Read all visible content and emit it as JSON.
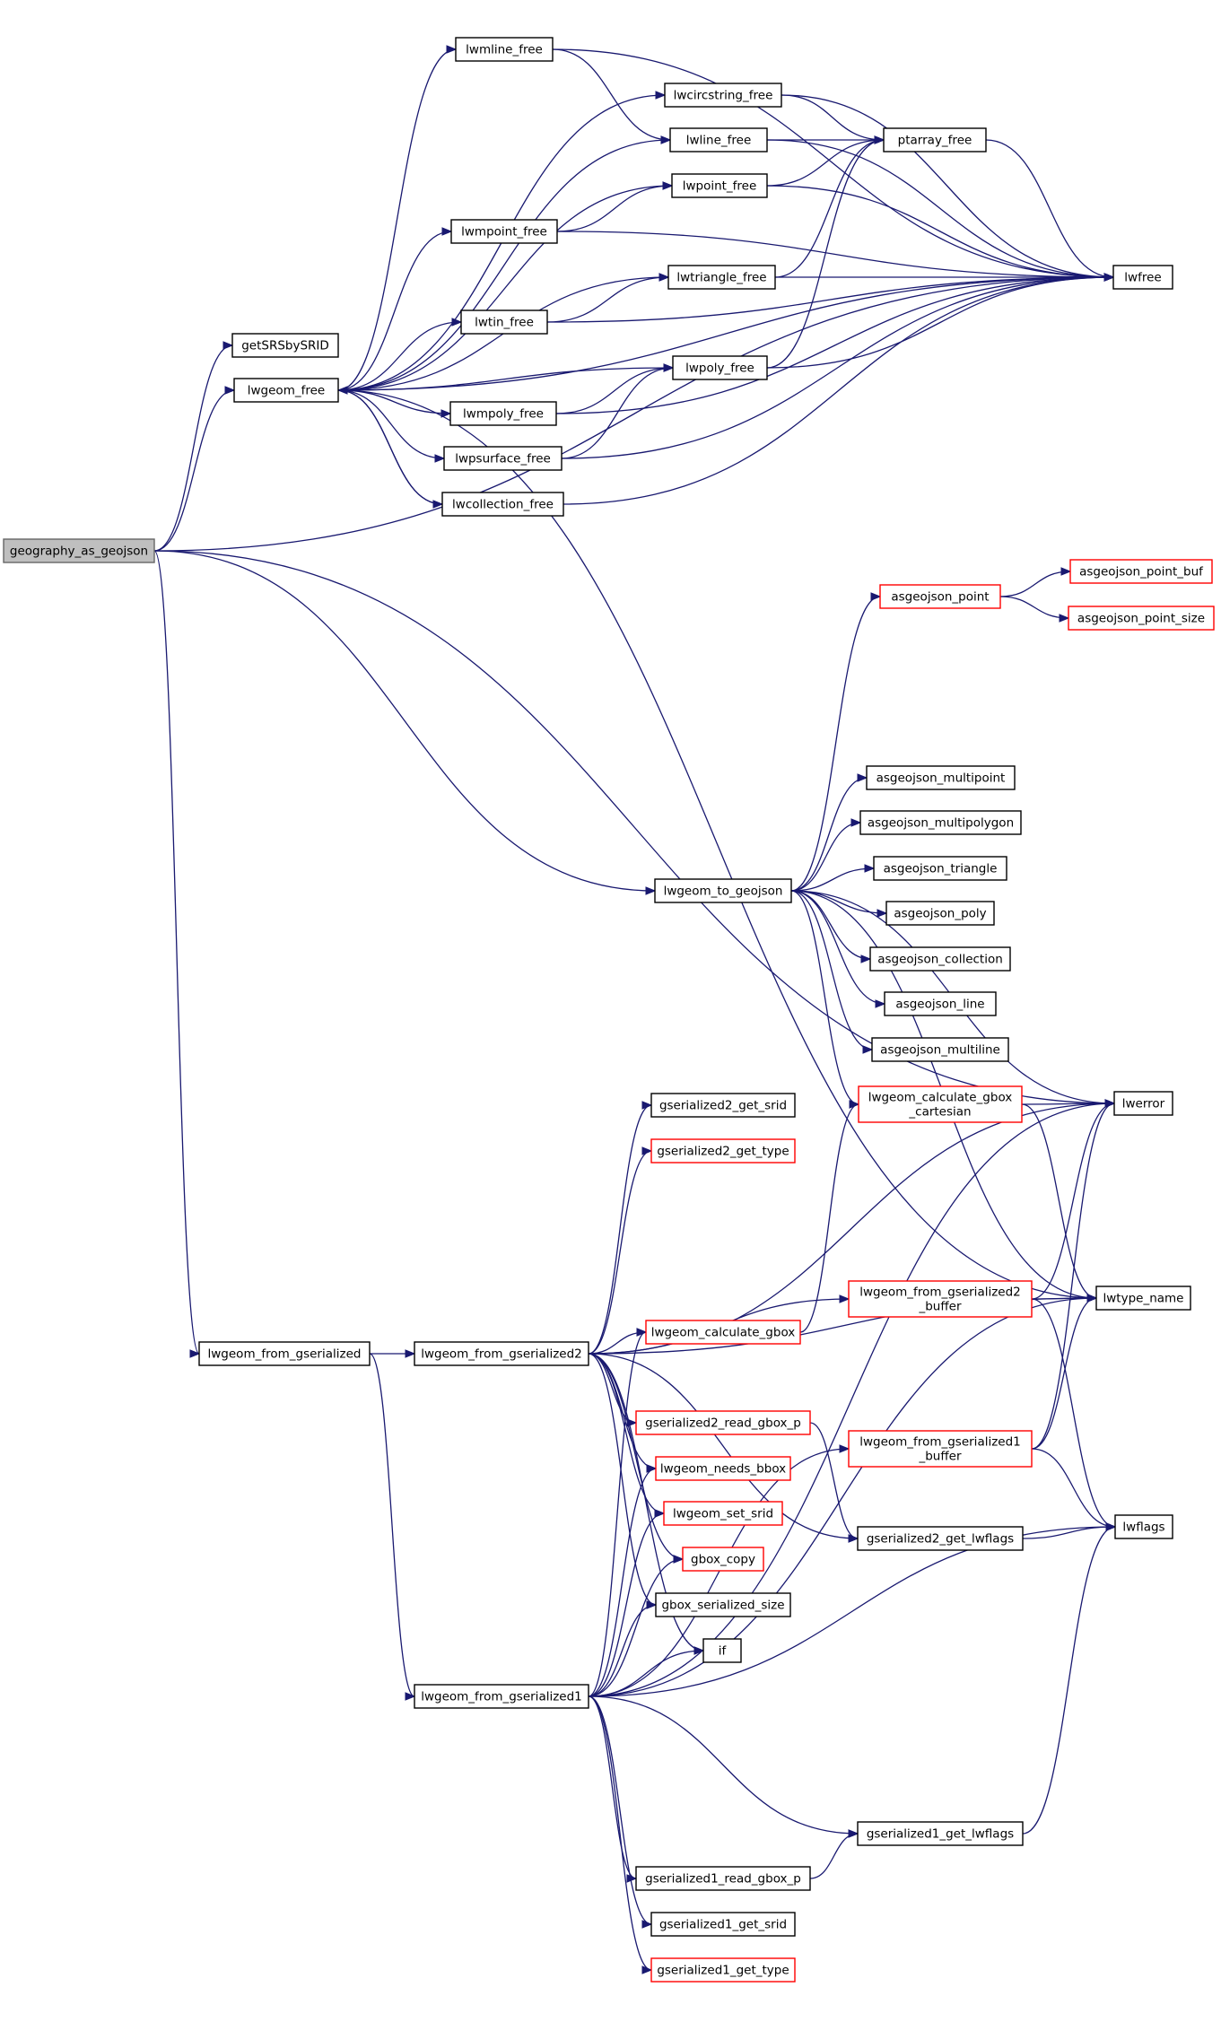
{
  "nodes": {
    "geography_as_geojson": {
      "lines": [
        "geography_as_geojson"
      ],
      "style": "root"
    },
    "getSRSbySRID": {
      "lines": [
        "getSRSbySRID"
      ],
      "style": "black"
    },
    "lwgeom_free": {
      "lines": [
        "lwgeom_free"
      ],
      "style": "black"
    },
    "lwmline_free": {
      "lines": [
        "lwmline_free"
      ],
      "style": "black"
    },
    "lwcircstring_free": {
      "lines": [
        "lwcircstring_free"
      ],
      "style": "black"
    },
    "lwline_free": {
      "lines": [
        "lwline_free"
      ],
      "style": "black"
    },
    "ptarray_free": {
      "lines": [
        "ptarray_free"
      ],
      "style": "black"
    },
    "lwpoint_free": {
      "lines": [
        "lwpoint_free"
      ],
      "style": "black"
    },
    "lwmpoint_free": {
      "lines": [
        "lwmpoint_free"
      ],
      "style": "black"
    },
    "lwtriangle_free": {
      "lines": [
        "lwtriangle_free"
      ],
      "style": "black"
    },
    "lwfree": {
      "lines": [
        "lwfree"
      ],
      "style": "black"
    },
    "lwtin_free": {
      "lines": [
        "lwtin_free"
      ],
      "style": "black"
    },
    "lwpoly_free": {
      "lines": [
        "lwpoly_free"
      ],
      "style": "black"
    },
    "lwmpoly_free": {
      "lines": [
        "lwmpoly_free"
      ],
      "style": "black"
    },
    "lwpsurface_free": {
      "lines": [
        "lwpsurface_free"
      ],
      "style": "black"
    },
    "lwcollection_free": {
      "lines": [
        "lwcollection_free"
      ],
      "style": "black"
    },
    "asgeojson_point": {
      "lines": [
        "asgeojson_point"
      ],
      "style": "red"
    },
    "asgeojson_point_buf": {
      "lines": [
        "asgeojson_point_buf"
      ],
      "style": "red"
    },
    "asgeojson_point_size": {
      "lines": [
        "asgeojson_point_size"
      ],
      "style": "red"
    },
    "asgeojson_multipoint": {
      "lines": [
        "asgeojson_multipoint"
      ],
      "style": "black"
    },
    "asgeojson_multipolygon": {
      "lines": [
        "asgeojson_multipolygon"
      ],
      "style": "black"
    },
    "lwgeom_to_geojson": {
      "lines": [
        "lwgeom_to_geojson"
      ],
      "style": "black"
    },
    "asgeojson_triangle": {
      "lines": [
        "asgeojson_triangle"
      ],
      "style": "black"
    },
    "asgeojson_poly": {
      "lines": [
        "asgeojson_poly"
      ],
      "style": "black"
    },
    "asgeojson_collection": {
      "lines": [
        "asgeojson_collection"
      ],
      "style": "black"
    },
    "asgeojson_line": {
      "lines": [
        "asgeojson_line"
      ],
      "style": "black"
    },
    "asgeojson_multiline": {
      "lines": [
        "asgeojson_multiline"
      ],
      "style": "black"
    },
    "lwgeom_calculate_gbox_cartesian": {
      "lines": [
        "lwgeom_calculate_gbox",
        "_cartesian"
      ],
      "style": "red"
    },
    "lwerror": {
      "lines": [
        "lwerror"
      ],
      "style": "black"
    },
    "gserialized2_get_srid": {
      "lines": [
        "gserialized2_get_srid"
      ],
      "style": "black"
    },
    "gserialized2_get_type": {
      "lines": [
        "gserialized2_get_type"
      ],
      "style": "red"
    },
    "lwgeom_from_gserialized2_buffer": {
      "lines": [
        "lwgeom_from_gserialized2",
        "_buffer"
      ],
      "style": "red"
    },
    "lwtype_name": {
      "lines": [
        "lwtype_name"
      ],
      "style": "black"
    },
    "lwgeom_from_gserialized": {
      "lines": [
        "lwgeom_from_gserialized"
      ],
      "style": "black"
    },
    "lwgeom_from_gserialized2": {
      "lines": [
        "lwgeom_from_gserialized2"
      ],
      "style": "black"
    },
    "lwgeom_calculate_gbox": {
      "lines": [
        "lwgeom_calculate_gbox"
      ],
      "style": "red"
    },
    "gserialized2_read_gbox_p": {
      "lines": [
        "gserialized2_read_gbox_p"
      ],
      "style": "red"
    },
    "lwgeom_from_gserialized1_buffer": {
      "lines": [
        "lwgeom_from_gserialized1",
        "_buffer"
      ],
      "style": "red"
    },
    "lwgeom_needs_bbox": {
      "lines": [
        "lwgeom_needs_bbox"
      ],
      "style": "red"
    },
    "lwgeom_set_srid": {
      "lines": [
        "lwgeom_set_srid"
      ],
      "style": "red"
    },
    "gserialized2_get_lwflags": {
      "lines": [
        "gserialized2_get_lwflags"
      ],
      "style": "black"
    },
    "lwflags": {
      "lines": [
        "lwflags"
      ],
      "style": "black"
    },
    "gbox_copy": {
      "lines": [
        "gbox_copy"
      ],
      "style": "red"
    },
    "gbox_serialized_size": {
      "lines": [
        "gbox_serialized_size"
      ],
      "style": "black"
    },
    "if": {
      "lines": [
        "if"
      ],
      "style": "black"
    },
    "lwgeom_from_gserialized1": {
      "lines": [
        "lwgeom_from_gserialized1"
      ],
      "style": "black"
    },
    "gserialized1_get_lwflags": {
      "lines": [
        "gserialized1_get_lwflags"
      ],
      "style": "black"
    },
    "gserialized1_read_gbox_p": {
      "lines": [
        "gserialized1_read_gbox_p"
      ],
      "style": "black"
    },
    "gserialized1_get_srid": {
      "lines": [
        "gserialized1_get_srid"
      ],
      "style": "black"
    },
    "gserialized1_get_type": {
      "lines": [
        "gserialized1_get_type"
      ],
      "style": "red"
    }
  },
  "edges": [
    [
      "geography_as_geojson",
      "getSRSbySRID"
    ],
    [
      "geography_as_geojson",
      "lwgeom_free"
    ],
    [
      "geography_as_geojson",
      "lwfree"
    ],
    [
      "geography_as_geojson",
      "lwerror"
    ],
    [
      "geography_as_geojson",
      "lwgeom_to_geojson"
    ],
    [
      "geography_as_geojson",
      "lwgeom_from_gserialized"
    ],
    [
      "lwgeom_free",
      "lwmline_free"
    ],
    [
      "lwgeom_free",
      "lwcircstring_free"
    ],
    [
      "lwgeom_free",
      "lwline_free"
    ],
    [
      "lwgeom_free",
      "lwpoint_free"
    ],
    [
      "lwgeom_free",
      "lwmpoint_free"
    ],
    [
      "lwgeom_free",
      "lwtriangle_free"
    ],
    [
      "lwgeom_free",
      "lwfree"
    ],
    [
      "lwgeom_free",
      "lwtin_free"
    ],
    [
      "lwgeom_free",
      "lwpoly_free"
    ],
    [
      "lwgeom_free",
      "lwmpoly_free"
    ],
    [
      "lwgeom_free",
      "lwpsurface_free"
    ],
    [
      "lwgeom_free",
      "lwcollection_free"
    ],
    [
      "lwgeom_free",
      "lwtype_name"
    ],
    [
      "lwmline_free",
      "lwline_free"
    ],
    [
      "lwmline_free",
      "lwfree"
    ],
    [
      "lwcircstring_free",
      "ptarray_free"
    ],
    [
      "lwcircstring_free",
      "lwfree"
    ],
    [
      "lwline_free",
      "ptarray_free"
    ],
    [
      "lwline_free",
      "lwfree"
    ],
    [
      "lwpoint_free",
      "ptarray_free"
    ],
    [
      "lwpoint_free",
      "lwfree"
    ],
    [
      "lwmpoint_free",
      "lwpoint_free"
    ],
    [
      "lwmpoint_free",
      "lwfree"
    ],
    [
      "lwtriangle_free",
      "ptarray_free"
    ],
    [
      "lwtriangle_free",
      "lwfree"
    ],
    [
      "lwtin_free",
      "lwtriangle_free"
    ],
    [
      "lwtin_free",
      "lwfree"
    ],
    [
      "lwpoly_free",
      "ptarray_free"
    ],
    [
      "lwpoly_free",
      "lwfree"
    ],
    [
      "lwmpoly_free",
      "lwpoly_free"
    ],
    [
      "lwmpoly_free",
      "lwfree"
    ],
    [
      "lwpsurface_free",
      "lwpoly_free"
    ],
    [
      "lwpsurface_free",
      "lwfree"
    ],
    [
      "lwcollection_free",
      "lwgeom_free"
    ],
    [
      "lwcollection_free",
      "lwfree"
    ],
    [
      "ptarray_free",
      "lwfree"
    ],
    [
      "lwgeom_to_geojson",
      "asgeojson_point"
    ],
    [
      "lwgeom_to_geojson",
      "asgeojson_multipoint"
    ],
    [
      "lwgeom_to_geojson",
      "asgeojson_multipolygon"
    ],
    [
      "lwgeom_to_geojson",
      "asgeojson_triangle"
    ],
    [
      "lwgeom_to_geojson",
      "asgeojson_poly"
    ],
    [
      "lwgeom_to_geojson",
      "asgeojson_collection"
    ],
    [
      "lwgeom_to_geojson",
      "asgeojson_line"
    ],
    [
      "lwgeom_to_geojson",
      "asgeojson_multiline"
    ],
    [
      "lwgeom_to_geojson",
      "lwgeom_calculate_gbox_cartesian"
    ],
    [
      "lwgeom_to_geojson",
      "lwerror"
    ],
    [
      "lwgeom_to_geojson",
      "lwtype_name"
    ],
    [
      "asgeojson_point",
      "asgeojson_point_buf"
    ],
    [
      "asgeojson_point",
      "asgeojson_point_size"
    ],
    [
      "lwgeom_calculate_gbox_cartesian",
      "lwerror"
    ],
    [
      "lwgeom_calculate_gbox_cartesian",
      "lwtype_name"
    ],
    [
      "lwgeom_from_gserialized",
      "lwgeom_from_gserialized2"
    ],
    [
      "lwgeom_from_gserialized",
      "lwgeom_from_gserialized1"
    ],
    [
      "lwgeom_from_gserialized2",
      "gserialized2_get_srid"
    ],
    [
      "lwgeom_from_gserialized2",
      "gserialized2_get_type"
    ],
    [
      "lwgeom_from_gserialized2",
      "lwgeom_from_gserialized2_buffer"
    ],
    [
      "lwgeom_from_gserialized2",
      "lwgeom_calculate_gbox"
    ],
    [
      "lwgeom_from_gserialized2",
      "gserialized2_read_gbox_p"
    ],
    [
      "lwgeom_from_gserialized2",
      "lwgeom_needs_bbox"
    ],
    [
      "lwgeom_from_gserialized2",
      "lwgeom_set_srid"
    ],
    [
      "lwgeom_from_gserialized2",
      "gserialized2_get_lwflags"
    ],
    [
      "lwgeom_from_gserialized2",
      "gbox_copy"
    ],
    [
      "lwgeom_from_gserialized2",
      "gbox_serialized_size"
    ],
    [
      "lwgeom_from_gserialized2",
      "if"
    ],
    [
      "lwgeom_from_gserialized2",
      "lwerror"
    ],
    [
      "lwgeom_from_gserialized2",
      "lwtype_name"
    ],
    [
      "lwgeom_from_gserialized2_buffer",
      "lwerror"
    ],
    [
      "lwgeom_from_gserialized2_buffer",
      "lwtype_name"
    ],
    [
      "lwgeom_from_gserialized2_buffer",
      "lwflags"
    ],
    [
      "lwgeom_calculate_gbox",
      "lwgeom_calculate_gbox_cartesian"
    ],
    [
      "gserialized2_read_gbox_p",
      "gserialized2_get_lwflags"
    ],
    [
      "gserialized2_get_lwflags",
      "lwflags"
    ],
    [
      "lwgeom_from_gserialized1_buffer",
      "lwerror"
    ],
    [
      "lwgeom_from_gserialized1_buffer",
      "lwtype_name"
    ],
    [
      "lwgeom_from_gserialized1_buffer",
      "lwflags"
    ],
    [
      "lwgeom_from_gserialized1",
      "lwgeom_calculate_gbox"
    ],
    [
      "lwgeom_from_gserialized1",
      "lwgeom_needs_bbox"
    ],
    [
      "lwgeom_from_gserialized1",
      "lwgeom_set_srid"
    ],
    [
      "lwgeom_from_gserialized1",
      "gbox_copy"
    ],
    [
      "lwgeom_from_gserialized1",
      "gbox_serialized_size"
    ],
    [
      "lwgeom_from_gserialized1",
      "if"
    ],
    [
      "lwgeom_from_gserialized1",
      "lwgeom_from_gserialized1_buffer"
    ],
    [
      "lwgeom_from_gserialized1",
      "lwerror"
    ],
    [
      "lwgeom_from_gserialized1",
      "lwtype_name"
    ],
    [
      "lwgeom_from_gserialized1",
      "lwflags"
    ],
    [
      "lwgeom_from_gserialized1",
      "gserialized1_get_lwflags"
    ],
    [
      "lwgeom_from_gserialized1",
      "gserialized1_read_gbox_p"
    ],
    [
      "lwgeom_from_gserialized1",
      "gserialized1_get_srid"
    ],
    [
      "lwgeom_from_gserialized1",
      "gserialized1_get_type"
    ],
    [
      "gserialized1_read_gbox_p",
      "gserialized1_get_lwflags"
    ],
    [
      "gserialized1_get_lwflags",
      "lwflags"
    ]
  ]
}
